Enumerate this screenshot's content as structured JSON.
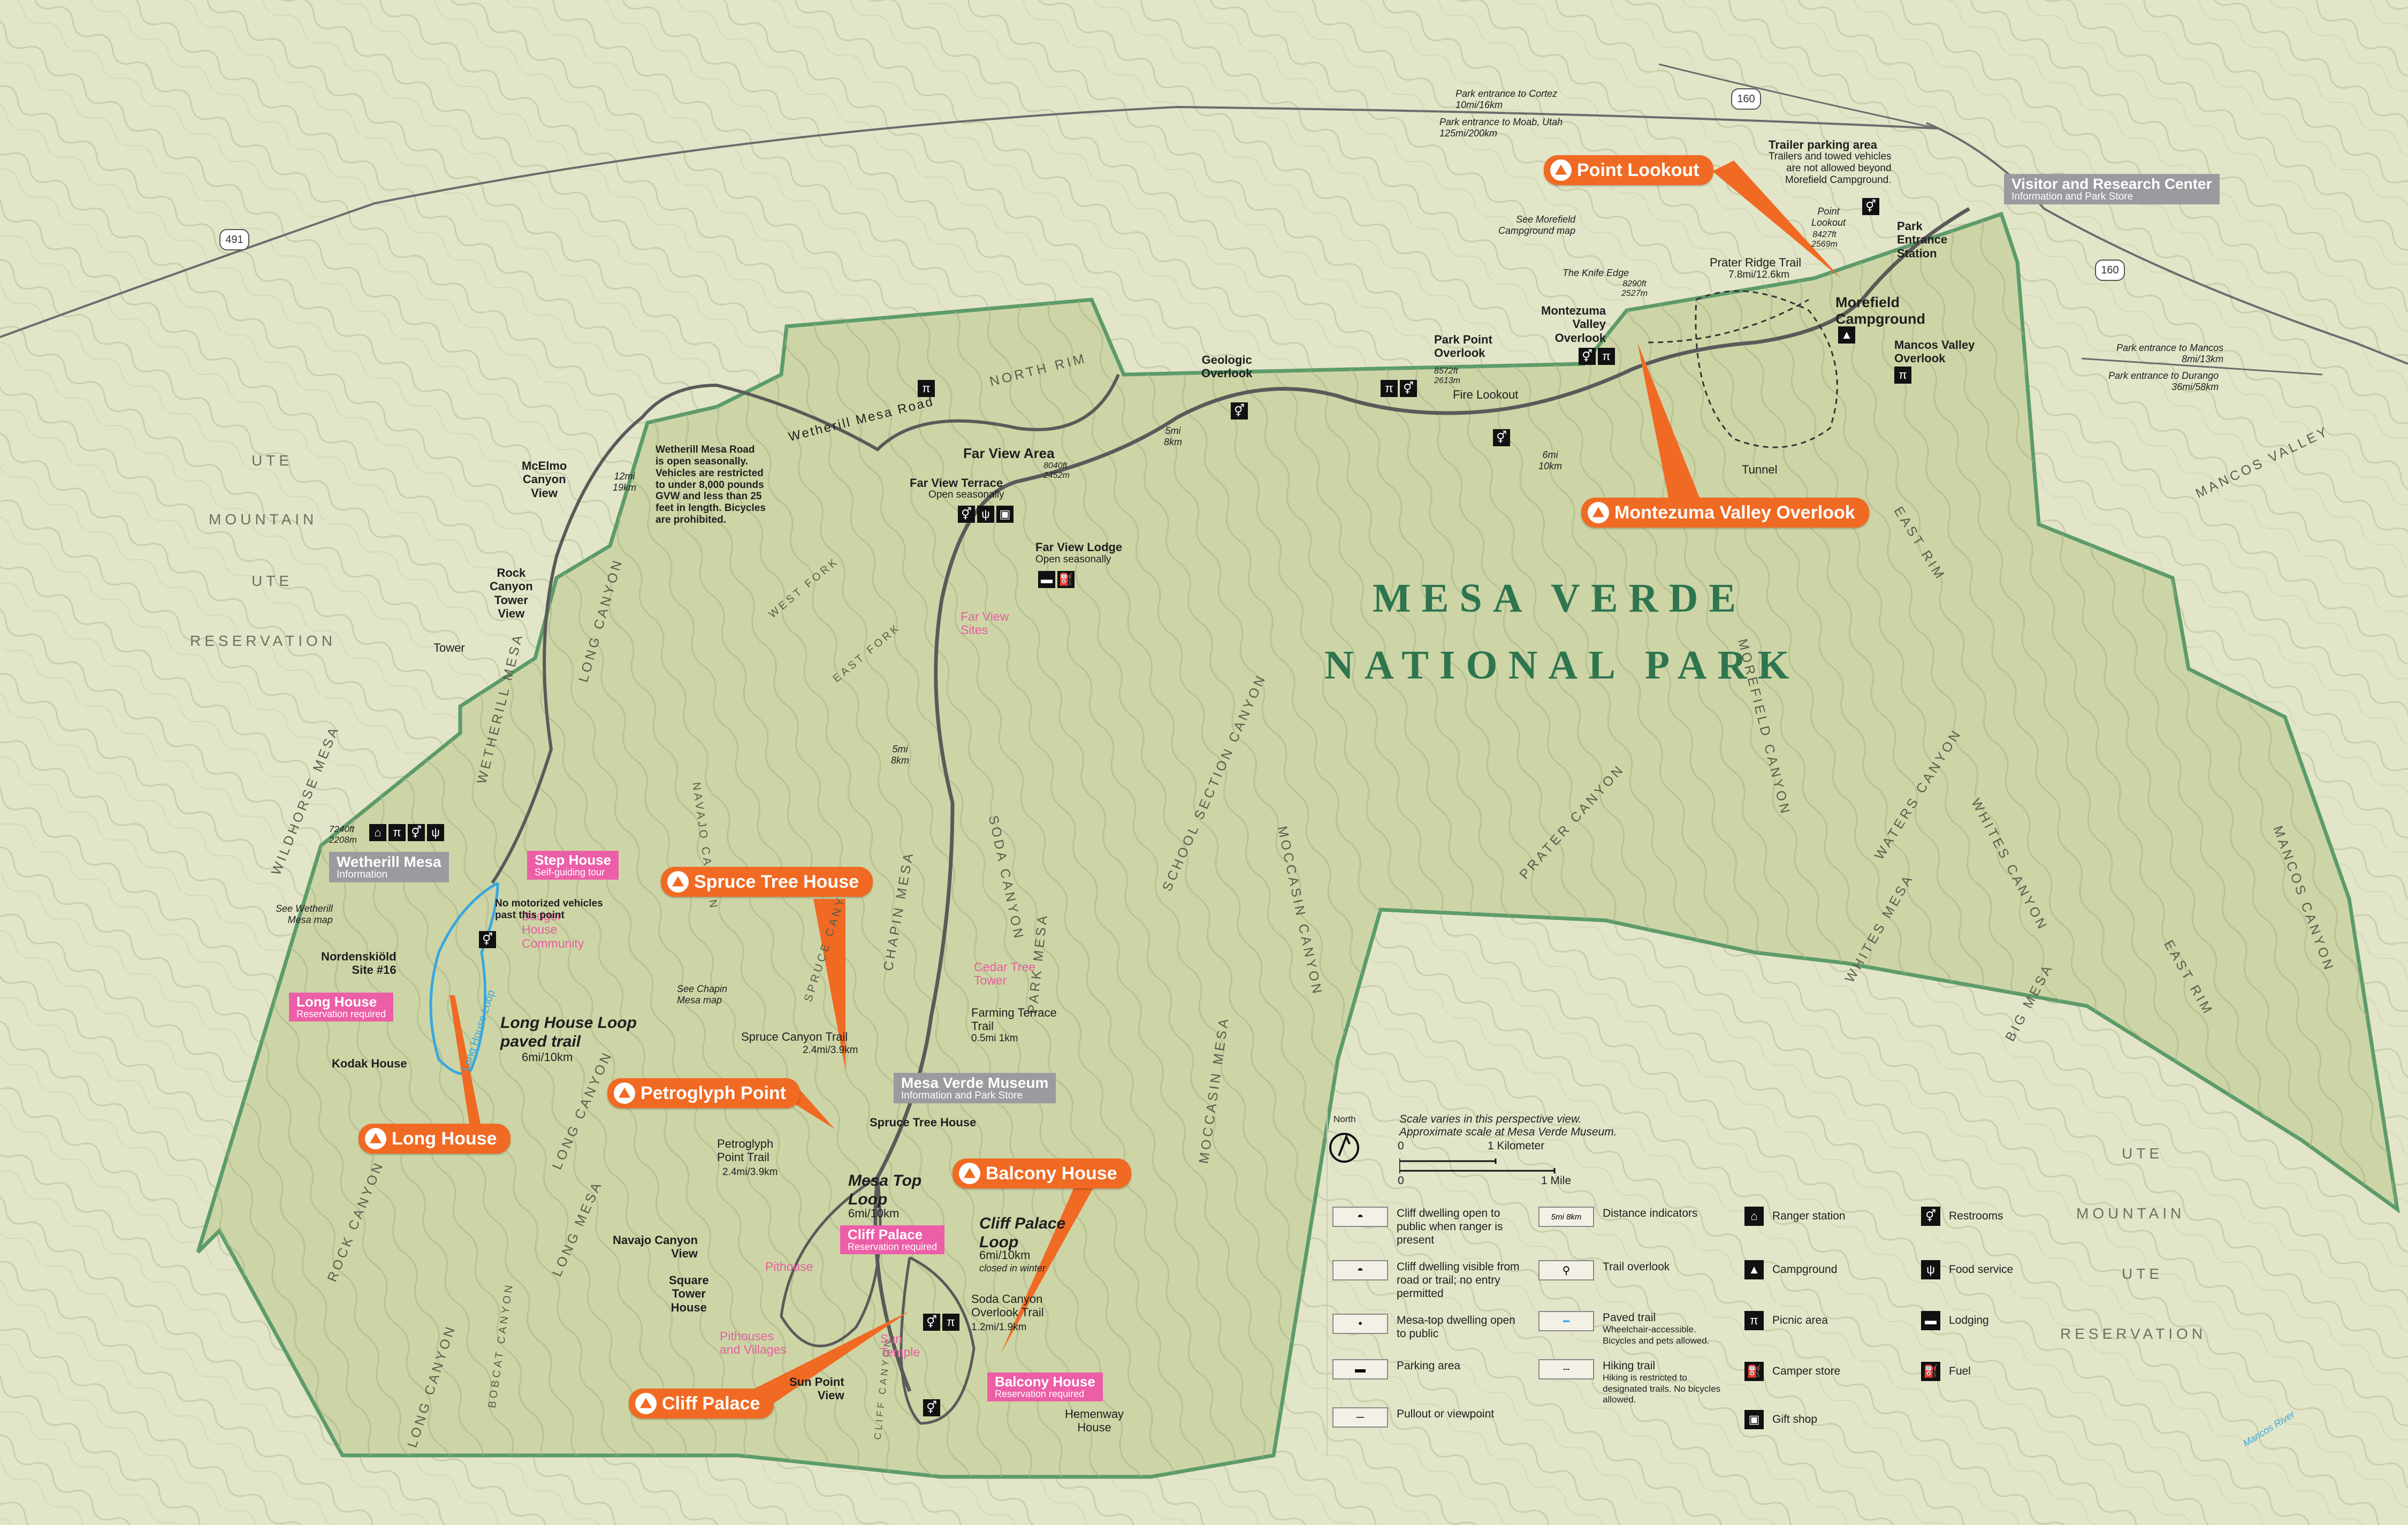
{
  "title": {
    "line1": "MESA VERDE",
    "line2": "NATIONAL PARK"
  },
  "colors": {
    "park_fill": "#cfd6a8",
    "boundary": "#5d9b6a",
    "orange": "#f06a23",
    "pink": "#ec5ea7",
    "gray": "#9a9b9e",
    "paved_trail": "#3aa7dc",
    "park_text": "#2e7550"
  },
  "regions": [
    "UTE",
    "MOUNTAIN",
    "UTE",
    "RESERVATION",
    "UTE",
    "MOUNTAIN",
    "UTE",
    "RESERVATION"
  ],
  "features": {
    "north_rim": "NORTH RIM",
    "east_rim_top": "EAST RIM",
    "east_rim_bottom": "EAST RIM",
    "mancos_valley": "MANCOS VALLEY",
    "mancos_canyon": "MANCOS CANYON",
    "morefield_canyon": "MOREFIELD CANYON",
    "prater_canyon": "PRATER CANYON",
    "waters_canyon": "WATERS CANYON",
    "whites_canyon": "WHITES CANYON",
    "whites_mesa": "WHITES MESA",
    "big_mesa": "BIG MESA",
    "school_section_canyon": "SCHOOL SECTION CANYON",
    "moccasin_canyon": "MOCCASIN CANYON",
    "moccasin_mesa": "MOCCASIN MESA",
    "park_mesa": "PARK MESA",
    "soda_canyon": "SODA CANYON",
    "chapin_mesa": "CHAPIN MESA",
    "spruce_canyon": "SPRUCE CANYON",
    "navajo_canyon": "NAVAJO CANYON",
    "long_mesa": "LONG MESA",
    "long_canyon_top": "LONG CANYON",
    "long_canyon_mid": "LONG CANYON",
    "long_canyon_bottom": "LONG CANYON",
    "wetherill_mesa": "WETHERILL MESA",
    "wildhorse_mesa": "WILDHORSE MESA",
    "rock_canyon": "ROCK CANYON",
    "bobcat_canyon": "BOBCAT CANYON",
    "cliff_canyon": "CLIFF CANYON",
    "west_fork": "WEST FORK",
    "east_fork": "EAST FORK",
    "mancos_river": "Mancos River"
  },
  "roads": {
    "us160_a": "160",
    "us160_b": "160",
    "us491": "491",
    "wetherill_mesa_road": "Wetherill   Mesa   Road",
    "entrance_cortez": "Park entrance to Cortez",
    "entrance_cortez_dist": "10mi/16km",
    "entrance_moab": "Park entrance to Moab, Utah",
    "entrance_moab_dist": "125mi/200km",
    "entrance_mancos": "Park entrance to Mancos",
    "entrance_mancos_dist": "8mi/13km",
    "entrance_durango": "Park entrance to Durango",
    "entrance_durango_dist": "36mi/58km"
  },
  "callouts": {
    "point_lookout": "Point Lookout",
    "montezuma_valley_overlook": "Montezuma Valley Overlook",
    "spruce_tree_house": "Spruce Tree House",
    "petroglyph_point": "Petroglyph Point",
    "balcony_house": "Balcony House",
    "long_house": "Long House",
    "cliff_palace": "Cliff Palace"
  },
  "gray_boxes": {
    "visitor_center": {
      "title": "Visitor and Research Center",
      "sub": "Information and Park Store"
    },
    "wetherill_mesa": {
      "title": "Wetherill Mesa",
      "sub": "Information"
    },
    "museum": {
      "title": "Mesa Verde Museum",
      "sub": "Information and Park Store"
    }
  },
  "pink_boxes": {
    "step_house": {
      "title": "Step House",
      "sub": "Self-guiding tour"
    },
    "long_house": {
      "title": "Long House",
      "sub": "Reservation required"
    },
    "cliff_palace": {
      "title": "Cliff Palace",
      "sub": "Reservation required"
    },
    "balcony_house": {
      "title": "Balcony House",
      "sub": "Reservation required"
    }
  },
  "pink_labels": {
    "far_view_sites": "Far View\nSites",
    "cedar_tree_tower": "Cedar Tree\nTower",
    "badger_house": "Badger\nHouse\nCommunity",
    "pithouse": "Pithouse",
    "pithouses_villages": "Pithouses\nand Villages",
    "sun_temple": "Sun\nTemple",
    "long_house_loop": "Long House Loop"
  },
  "labels": {
    "trailer_parking": "Trailer parking area",
    "trailer_note": "Trailers and towed vehicles\nare not allowed beyond\nMorefield Campground.",
    "park_entrance_station": "Park\nEntrance\nStation",
    "morefield_campground": "Morefield\nCampground",
    "mancos_valley_overlook": "Mancos Valley\nOverlook",
    "see_morefield": "See Morefield\nCampground map",
    "point_lookout_small": "Point\nLookout",
    "point_lookout_elev": "8427ft\n2569m",
    "prater_ridge_trail": "Prater Ridge Trail",
    "prater_ridge_dist": "7.8mi/12.6km",
    "knife_edge": "The Knife Edge",
    "knife_edge_elev": "8290ft\n2527m",
    "montezuma_overlook_small": "Montezuma\nValley\nOverlook",
    "park_point_overlook": "Park Point\nOverlook",
    "park_point_elev": "8572ft\n2613m",
    "fire_lookout": "Fire Lookout",
    "geologic_overlook": "Geologic\nOverlook",
    "tunnel": "Tunnel",
    "dist_5mi": "5mi\n8km",
    "dist_6mi": "6mi\n10km",
    "dist_12mi": "12mi\n19km",
    "dist_5mi_b": "5mi\n8km",
    "far_view_area": "Far View Area",
    "far_view_elev": "8040ft\n2452m",
    "far_view_terrace": "Far View Terrace",
    "open_seasonally_a": "Open seasonally",
    "far_view_lodge": "Far View Lodge",
    "open_seasonally_b": "Open seasonally",
    "wetherill_road_note": "Wetherill Mesa Road\nis open seasonally.\nVehicles are restricted\nto under 8,000 pounds\nGVW and less than 25\nfeet in length. Bicycles\nare prohibited.",
    "mcelmo_canyon_view": "McElmo\nCanyon\nView",
    "rock_canyon_tower_view": "Rock\nCanyon\nTower\nView",
    "tower": "Tower",
    "wetherill_elev": "7240ft\n2208m",
    "no_motorized": "No motorized vehicles\npast this point",
    "see_wetherill": "See Wetherill\nMesa map",
    "nordenskiold": "Nordenskiöld\nSite #16",
    "kodak_house": "Kodak House",
    "long_house_loop_title": "Long House Loop\npaved trail",
    "long_house_loop_dist": "6mi/10km",
    "see_chapin": "See Chapin\nMesa map",
    "spruce_canyon_trail": "Spruce Canyon Trail",
    "spruce_canyon_dist": "2.4mi/3.9km",
    "farming_terrace": "Farming Terrace\nTrail",
    "farming_terrace_dist": "0.5mi 1km",
    "spruce_tree_small": "Spruce Tree House",
    "petroglyph_trail": "Petroglyph\nPoint Trail",
    "petroglyph_dist": "2.4mi/3.9km",
    "mesa_top_loop": "Mesa Top\nLoop",
    "mesa_top_dist": "6mi/10km",
    "cliff_palace_loop": "Cliff Palace\nLoop",
    "cliff_palace_dist": "6mi/10km",
    "closed_winter": "closed in winter",
    "soda_canyon_trail": "Soda Canyon\nOverlook Trail",
    "soda_canyon_dist": "1.2mi/1.9km",
    "navajo_canyon_view": "Navajo Canyon\nView",
    "square_tower": "Square\nTower\nHouse",
    "sun_point_view": "Sun Point\nView",
    "hemenway": "Hemenway\nHouse"
  },
  "legend": {
    "north": "North",
    "scale_note": "Scale varies in this perspective view.\nApproximate scale at Mesa Verde Museum.",
    "scale_0a": "0",
    "scale_km": "1 Kilometer",
    "scale_0b": "0",
    "scale_mi": "1 Mile",
    "items": [
      {
        "sym": "◓",
        "text": "Cliff dwelling open to public when ranger is present"
      },
      {
        "sym": "◓",
        "text": "Cliff dwelling visible from road or trail; no entry permitted"
      },
      {
        "sym": "•",
        "text": "Mesa-top dwelling open to public"
      },
      {
        "sym": "▬",
        "text": "Parking area"
      },
      {
        "sym": "─",
        "text": "Pullout or viewpoint"
      }
    ],
    "items2": [
      {
        "sym": "5mi 8km",
        "text": "Distance indicators",
        "sub": ""
      },
      {
        "sym": "⚲",
        "text": "Trail overlook",
        "sub": ""
      },
      {
        "sym": "━",
        "text": "Paved trail",
        "sub": "Wheelchair-accessible. Bicycles and pets allowed."
      },
      {
        "sym": "┄",
        "text": "Hiking trail",
        "sub": "Hiking is restricted to designated trails. No bicycles allowed."
      }
    ],
    "icons": [
      {
        "icon": "ranger-station-icon",
        "glyph": "⌂",
        "text": "Ranger station"
      },
      {
        "icon": "campground-icon",
        "glyph": "▲",
        "text": "Campground"
      },
      {
        "icon": "picnic-area-icon",
        "glyph": "π",
        "text": "Picnic area"
      },
      {
        "icon": "camper-store-icon",
        "glyph": "⛽",
        "text": "Camper store"
      },
      {
        "icon": "gift-shop-icon",
        "glyph": "▣",
        "text": "Gift shop"
      },
      {
        "icon": "restrooms-icon",
        "glyph": "⚥",
        "text": "Restrooms"
      },
      {
        "icon": "food-service-icon",
        "glyph": "ψ",
        "text": "Food service"
      },
      {
        "icon": "lodging-icon",
        "glyph": "▬",
        "text": "Lodging"
      },
      {
        "icon": "fuel-icon",
        "glyph": "⛽",
        "text": "Fuel"
      }
    ]
  }
}
